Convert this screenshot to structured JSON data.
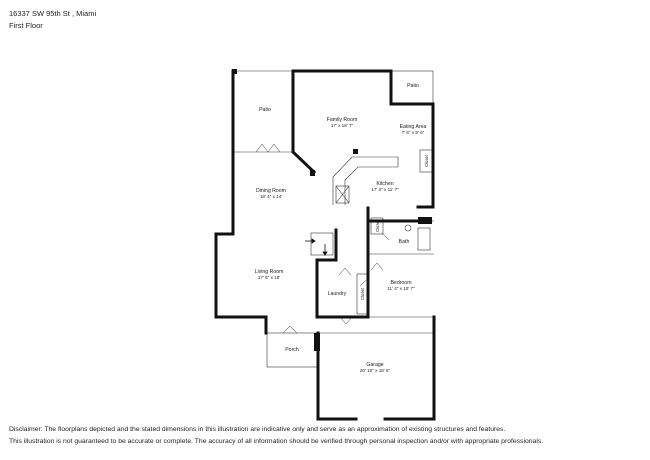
{
  "header": {
    "address": "16337 SW 95th St , Miami",
    "floor": "First Floor"
  },
  "rooms": [
    {
      "key": "patio_left",
      "name": "Patio",
      "dims": ""
    },
    {
      "key": "family_room",
      "name": "Family Room",
      "dims": "17' x 18' 7\""
    },
    {
      "key": "patio_right",
      "name": "Patio",
      "dims": ""
    },
    {
      "key": "eating_area",
      "name": "Eating Area",
      "dims": "7' 6\" x 8' 6\""
    },
    {
      "key": "kitchen",
      "name": "Kitchen",
      "dims": "17' 3\" x 11' 7\""
    },
    {
      "key": "dining_room",
      "name": "Dining Room",
      "dims": "18' 4\" x 14'"
    },
    {
      "key": "bath",
      "name": "Bath",
      "dims": ""
    },
    {
      "key": "living_room",
      "name": "Living Room",
      "dims": "17' 6\" x 18'"
    },
    {
      "key": "bedroom",
      "name": "Bedroom",
      "dims": "11' 4\" x 10' 7\""
    },
    {
      "key": "laundry",
      "name": "Laundry",
      "dims": ""
    },
    {
      "key": "porch",
      "name": "Porch",
      "dims": ""
    },
    {
      "key": "garage",
      "name": "Garage",
      "dims": "20' 10\" x 18' 6\""
    }
  ],
  "closets": [
    "Closet",
    "Closet",
    "Closet"
  ],
  "disclaimer": {
    "line1": "Disclaimer: The floorplans depicted and the stated dimensions in this illustration are indicative only and serve as an approximation of existing structures and features.",
    "line2": "This illustration is not guaranteed to be accurate or complete. The accuracy of all information should be verified through personal inspection and/or with appropriate professionals."
  }
}
